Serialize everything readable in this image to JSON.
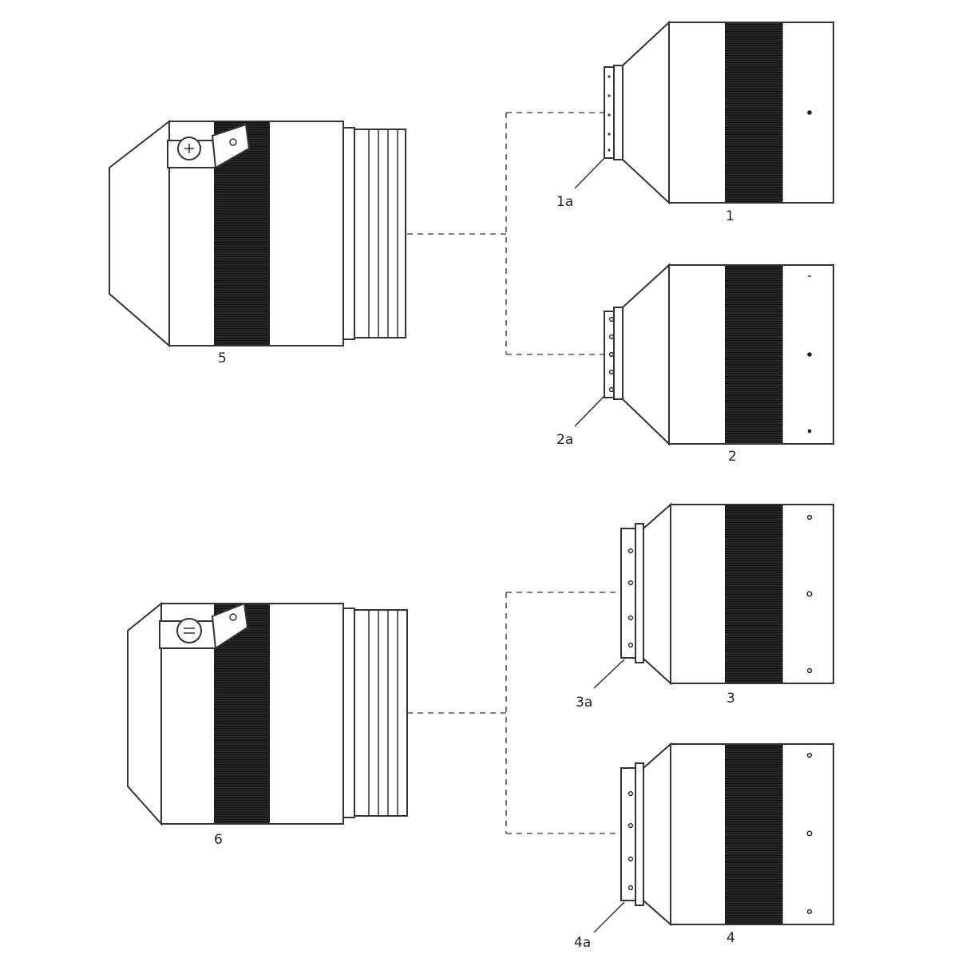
{
  "labels": {
    "part_1": "1",
    "part_1a": "1a",
    "part_2": "2",
    "part_2a": "2a",
    "part_3": "3",
    "part_3a": "3a",
    "part_4": "4",
    "part_4a": "4a",
    "part_5": "5",
    "part_6": "6"
  },
  "colors": {
    "line": "#333333",
    "knurl": "#111111",
    "background": "#ffffff"
  }
}
